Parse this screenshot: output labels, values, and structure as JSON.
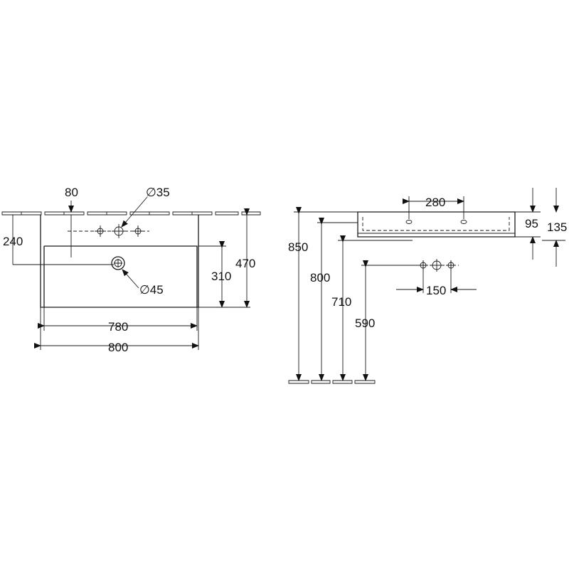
{
  "front_view": {
    "dim_80": "80",
    "dim_35": "∅35",
    "dim_240": "240",
    "dim_470": "470",
    "dim_310": "310",
    "dim_45": "∅45",
    "dim_780": "780",
    "dim_800": "800"
  },
  "side_view": {
    "dim_280": "280",
    "dim_95": "95",
    "dim_135": "135",
    "dim_850": "850",
    "dim_800": "800",
    "dim_710": "710",
    "dim_590": "590",
    "dim_150": "150"
  }
}
